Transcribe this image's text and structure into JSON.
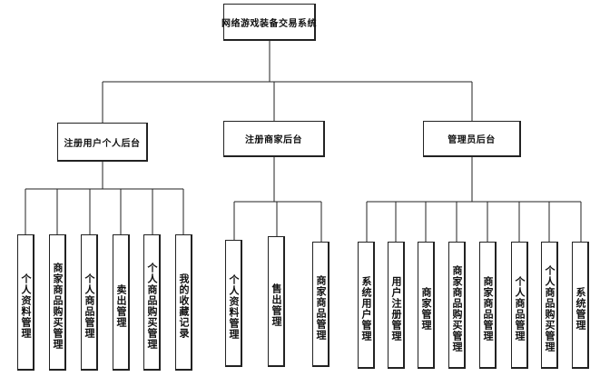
{
  "root": "网络游戏装备交易系统",
  "branches": [
    {
      "title": "注册用户个人后台",
      "children": [
        "个人资料管理",
        "商家商品购买管理",
        "个人商品管理",
        "卖出管理",
        "个人商品购买管理",
        "我的收藏记录"
      ]
    },
    {
      "title": "注册商家后台",
      "children": [
        "个人资料管理",
        "售出管理",
        "商家商品管理"
      ]
    },
    {
      "title": "管理员后台",
      "children": [
        "系统用户管理",
        "用户注册管理",
        "商家管理",
        "商家商品购买管理",
        "商家商品管理",
        "个人商品管理",
        "个人商品购买管理",
        "系统管理"
      ]
    }
  ]
}
